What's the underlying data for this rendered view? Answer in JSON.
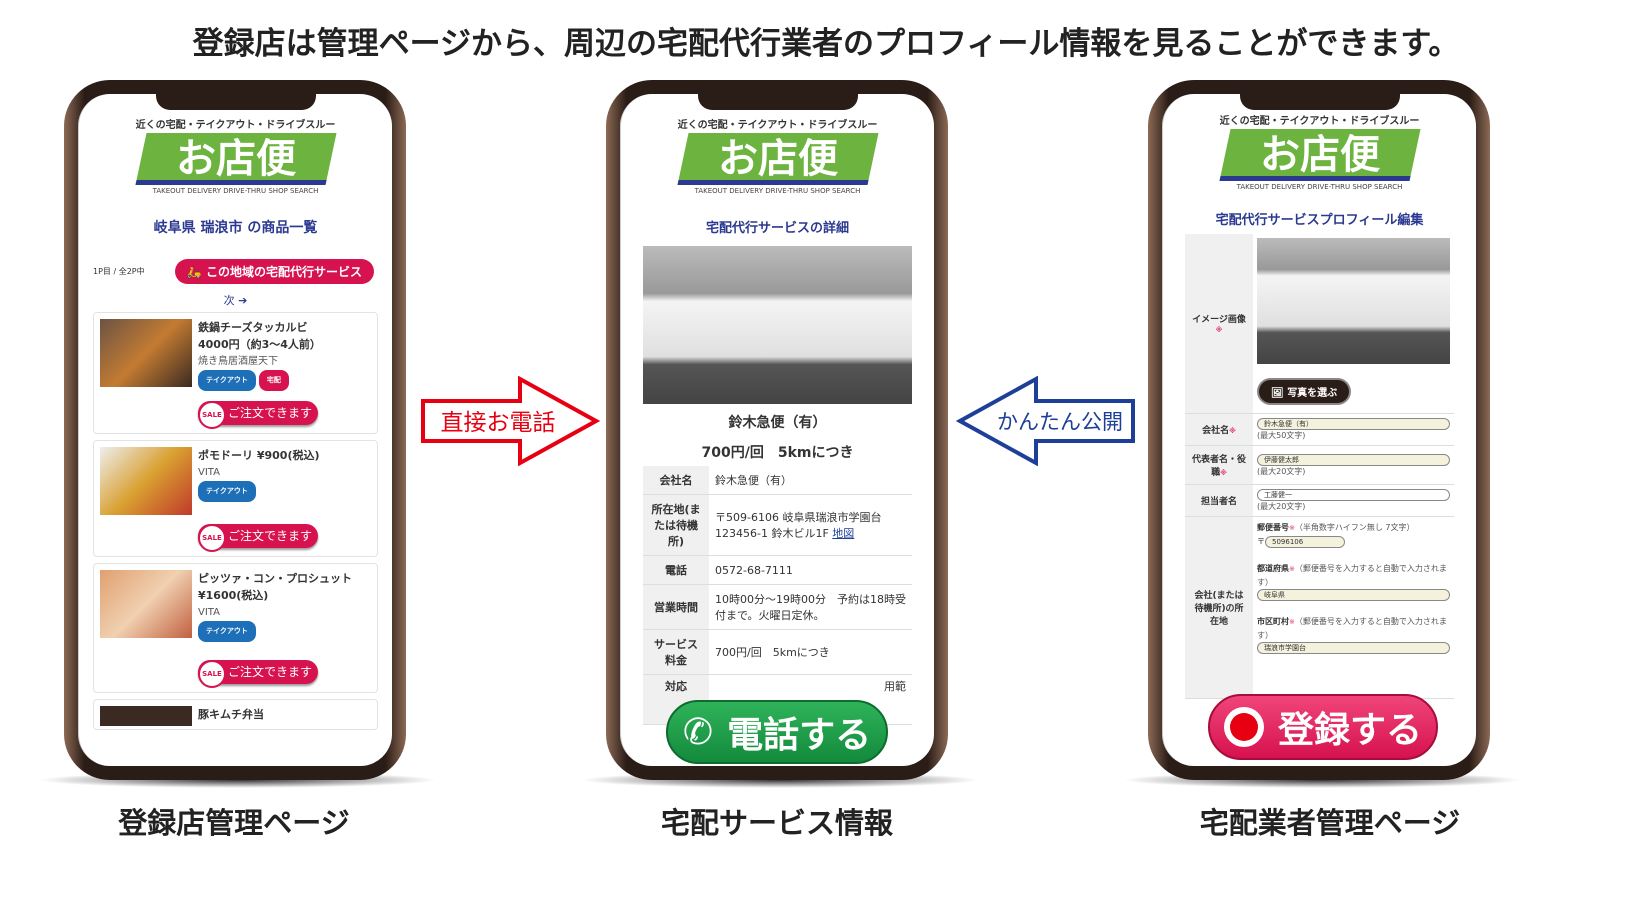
{
  "headline": "登録店は管理ページから、周辺の宅配代行業者のプロフィール情報を見ることができます。",
  "logo": {
    "tagline": "近くの宅配・テイクアウト・ドライブスルー",
    "name": "お店便",
    "subtitle": "TAKEOUT DELIVERY DRIVE-THRU SHOP SEARCH"
  },
  "left": {
    "title": "岐阜県 瑞浪市 の商品一覧",
    "page_info": "1P目 / 全2P中",
    "service_button": "この地域の宅配代行サービス",
    "next": "次",
    "order_label": "ご注文できます",
    "takeout": "テイクアウト",
    "delivery": "宅配",
    "items": [
      {
        "name": "鉄鍋チーズタッカルビ",
        "price": "4000円（約3〜4人前）",
        "shop": "焼き鳥居酒屋天下"
      },
      {
        "name": "ポモドーリ ¥900(税込)",
        "price": "",
        "shop": "VITA"
      },
      {
        "name": "ピッツァ・コン・プロシュット",
        "price": "¥1600(税込)",
        "shop": "VITA"
      },
      {
        "name": "豚キムチ弁当"
      }
    ],
    "caption": "登録店管理ページ"
  },
  "arrows": {
    "call": "直接お電話",
    "publish": "かんたん公開"
  },
  "middle": {
    "title": "宅配代行サービスの詳細",
    "company": "鈴木急便（有）",
    "price": "700円/回　5kmにつき",
    "rows": [
      {
        "label": "会社名",
        "value": "鈴木急便（有）"
      },
      {
        "label": "所在地(または待機所)",
        "value": "〒509-6106 岐阜県瑞浪市学園台 123456-1 鈴木ビル1F",
        "link": "地図"
      },
      {
        "label": "電話",
        "value": "0572-68-7111"
      },
      {
        "label": "営業時間",
        "value": "10時00分～19時00分　予約は18時受付まで。火曜日定休。"
      },
      {
        "label": "サービス料金",
        "value": "700円/回　5kmにつき"
      },
      {
        "label": "対応",
        "value": "用範"
      }
    ],
    "call_button": "電話する",
    "caption": "宅配サービス情報"
  },
  "right": {
    "title": "宅配代行サービスプロフィール編集",
    "image_label": "イメージ画像",
    "photo_button": "写真を選ぶ",
    "req": "※",
    "company_label": "会社名",
    "company_value": "鈴木急便（有）",
    "company_note": "(最大50文字)",
    "rep_label": "代表者名・役職",
    "rep_value": "伊藤健太郎",
    "rep_note": "(最大20文字)",
    "contact_label": "担当者名",
    "contact_value": "工藤健一",
    "contact_note": "(最大20文字)",
    "address_label": "会社(または待機所)の所在地",
    "zip_label": "郵便番号",
    "zip_note": "（半角数字ハイフン無し 7文字）",
    "zip_prefix": "〒",
    "zip_value": "5096106",
    "pref_label": "都道府県",
    "pref_note": "（郵便番号を入力すると自動で入力されます）",
    "pref_value": "岐阜県",
    "city_label": "市区町村",
    "city_note": "（郵便番号を入力すると自動で入力されます）",
    "city_value": "瑞浪市学園台",
    "register_button": "登録する",
    "caption": "宅配業者管理ページ"
  },
  "colors": {
    "green": "#6db33f",
    "navy": "#2b3990",
    "pink": "#d6124f",
    "red": "#e60012",
    "blue": "#1d3f97",
    "call_green": "#1a9a45"
  }
}
